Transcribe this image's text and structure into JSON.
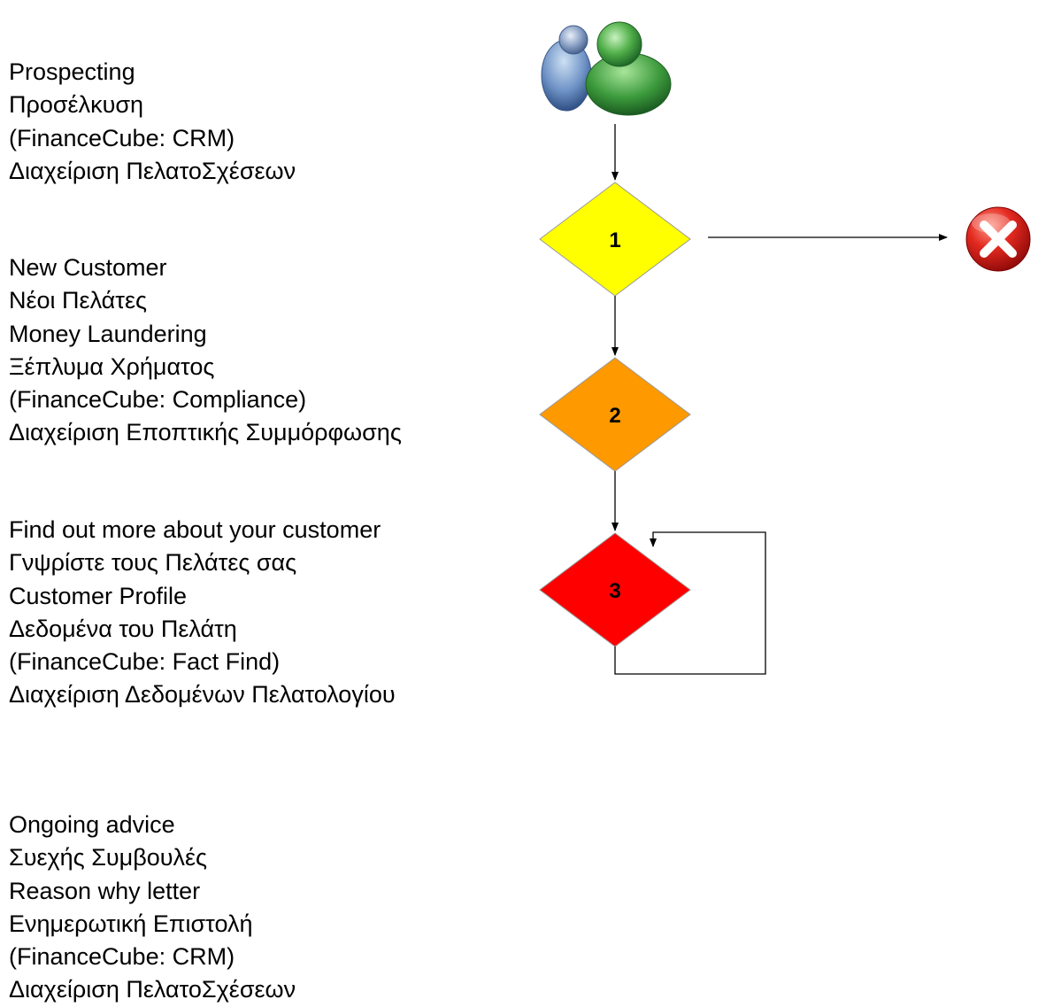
{
  "text_blocks": [
    {
      "lines": [
        "Prospecting",
        "Προσέλκυση",
        "(FinanceCube: CRM)",
        "Διαχείριση ΠελατοΣχέσεων"
      ]
    },
    {
      "lines": [
        "New Customer",
        "Νέοι Πελάτες",
        "Money Laundering",
        "Ξέπλυμα Χρήματος",
        "(FinanceCube: Compliance)",
        "Διαχείριση Εποπτικής Συμμόρφωσης"
      ]
    },
    {
      "lines": [
        "Find out more about your customer",
        "Γνψρίστε τους Πελάτες σας",
        "Customer Profile",
        "Δεδομένα του Πελάτη",
        "(FinanceCube: Fact Find)",
        "Διαχείριση Δεδομένων Πελατολογίου"
      ]
    },
    {
      "lines": [
        "Ongoing advice",
        "Συεχής Συμβουλές",
        "Reason why letter",
        "Ενημερωτική Επιστολή",
        "(FinanceCube: CRM)",
        "Διαχείριση ΠελατοΣχέσεων"
      ]
    }
  ],
  "flow": {
    "start_icon": "users-icon",
    "end_icon": "error-x-icon",
    "decisions": [
      {
        "label": "1",
        "color": "#FFFF00"
      },
      {
        "label": "2",
        "color": "#FF9900"
      },
      {
        "label": "3",
        "color": "#FF0000"
      }
    ]
  }
}
